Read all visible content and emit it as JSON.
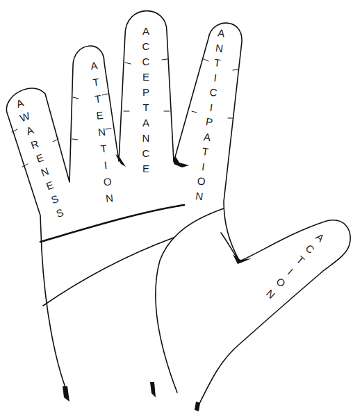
{
  "diagram": {
    "labels": [
      "AWARENESS",
      "ATTENTION",
      "ACCEPTANCE",
      "ANTICIPATION",
      "ACTION"
    ]
  }
}
